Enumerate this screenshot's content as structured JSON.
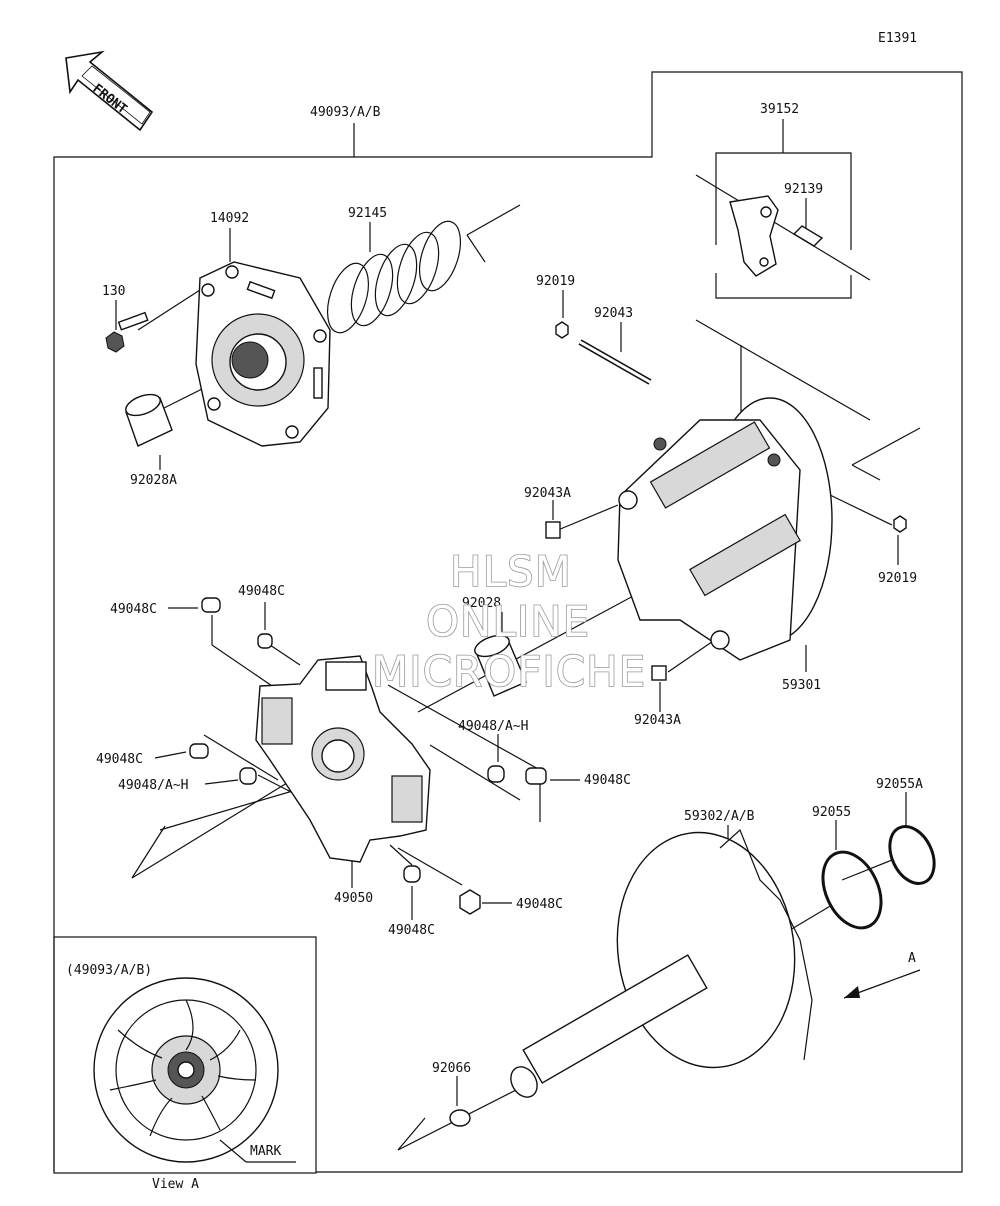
{
  "diagram_id": "E1391",
  "front_label": "FRONT",
  "parts": {
    "p49093": "49093/A/B",
    "p39152": "39152",
    "p92139": "92139",
    "p14092": "14092",
    "p92145": "92145",
    "p130": "130",
    "p92019_top": "92019",
    "p92043": "92043",
    "p92028A": "92028A",
    "p92043A_top": "92043A",
    "p92019_right": "92019",
    "p92028": "92028",
    "p49048C_1": "49048C",
    "p49048C_2": "49048C",
    "p59301": "59301",
    "p92043A_bottom": "92043A",
    "p49048_AH_1": "49048/A~H",
    "p49048C_3": "49048C",
    "p49048_AH_2": "49048/A~H",
    "p49048C_4": "49048C",
    "p92055A": "92055A",
    "p59302": "59302/A/B",
    "p92055": "92055",
    "p49050": "49050",
    "p49048C_5": "49048C",
    "p49048C_6": "49048C",
    "p92066": "92066",
    "view_A_marker": "A"
  },
  "inset": {
    "title": "(49093/A/B)",
    "mark_label": "MARK",
    "caption": "View A"
  },
  "watermark": [
    "HLSM",
    "ONLINE",
    "MICROFICHE"
  ]
}
